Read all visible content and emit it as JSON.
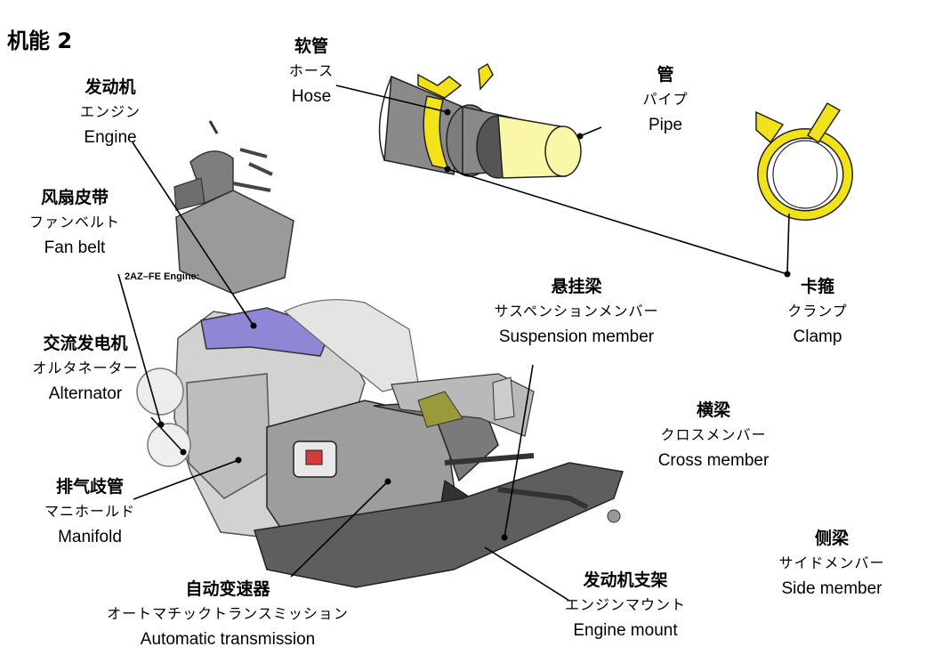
{
  "title": "机能 2",
  "engine_caption": "2AZ–FE Engine:",
  "labels": {
    "hose": {
      "zh": "软管",
      "ja": "ホース",
      "en": "Hose"
    },
    "pipe": {
      "zh": "管",
      "ja": "パイプ",
      "en": "Pipe"
    },
    "engine": {
      "zh": "发动机",
      "ja": "エンジン",
      "en": "Engine"
    },
    "fan_belt": {
      "zh": "风扇皮带",
      "ja": "ファンベルト",
      "en": "Fan belt"
    },
    "suspension_member": {
      "zh": "悬挂梁",
      "ja": "サスペンションメンバー",
      "en": "Suspension member"
    },
    "clamp": {
      "zh": "卡箍",
      "ja": "クランプ",
      "en": "Clamp"
    },
    "alternator": {
      "zh": "交流发电机",
      "ja": "オルタネーター",
      "en": "Alternator"
    },
    "cross_member": {
      "zh": "横梁",
      "ja": "クロスメンバー",
      "en": "Cross member"
    },
    "manifold": {
      "zh": "排气歧管",
      "ja": "マニホールド",
      "en": "Manifold"
    },
    "side_member": {
      "zh": "侧梁",
      "ja": "サイドメンバー",
      "en": "Side member"
    },
    "engine_mount": {
      "zh": "发动机支架",
      "ja": "エンジンマウント",
      "en": "Engine mount"
    },
    "automatic_transmission": {
      "zh": "自动变速器",
      "ja": "オートマチックトランスミッション",
      "en": "Automatic transmission"
    }
  },
  "colors": {
    "clamp_yellow": "#f2e21a",
    "pipe_yellow": "#fbf7a8",
    "hose_gray": "#8a8a8a",
    "head_cover_purple": "#8f86d6",
    "engine_gray": "#c9c9c9"
  }
}
